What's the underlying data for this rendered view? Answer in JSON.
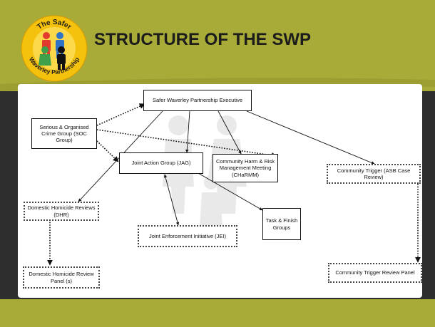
{
  "slide": {
    "title": "STRUCTURE OF THE SWP"
  },
  "logo": {
    "text_top": "The Safer",
    "text_bottom": "Waverley Partnership",
    "colors": [
      "#e23b2e",
      "#2f73c9",
      "#3ea04a",
      "#f2b705"
    ]
  },
  "colors": {
    "header": "#a9ab39",
    "background": "#2e2e2e",
    "content": "#ffffff"
  },
  "diagram": {
    "executive": "Safer Waverley Partnership Executive",
    "soc": "Serious & Organised Crime Group (SOC Group)",
    "jag": "Joint Action Group (JAG)",
    "charmm": "Community Harm & Risk Management Meeting (CHaRMM)",
    "community_trigger": "Community Trigger (ASB Case Review)",
    "dhr": "Domestic Homicide Reviews (DHR)",
    "task_finish": "Task & Finish Groups",
    "jei": "Joint Enforcement Initiative (JEI)",
    "dhr_panel": "Domestic Homicide Review Panel (s)",
    "ct_panel": "Community Trigger Review Panel"
  }
}
